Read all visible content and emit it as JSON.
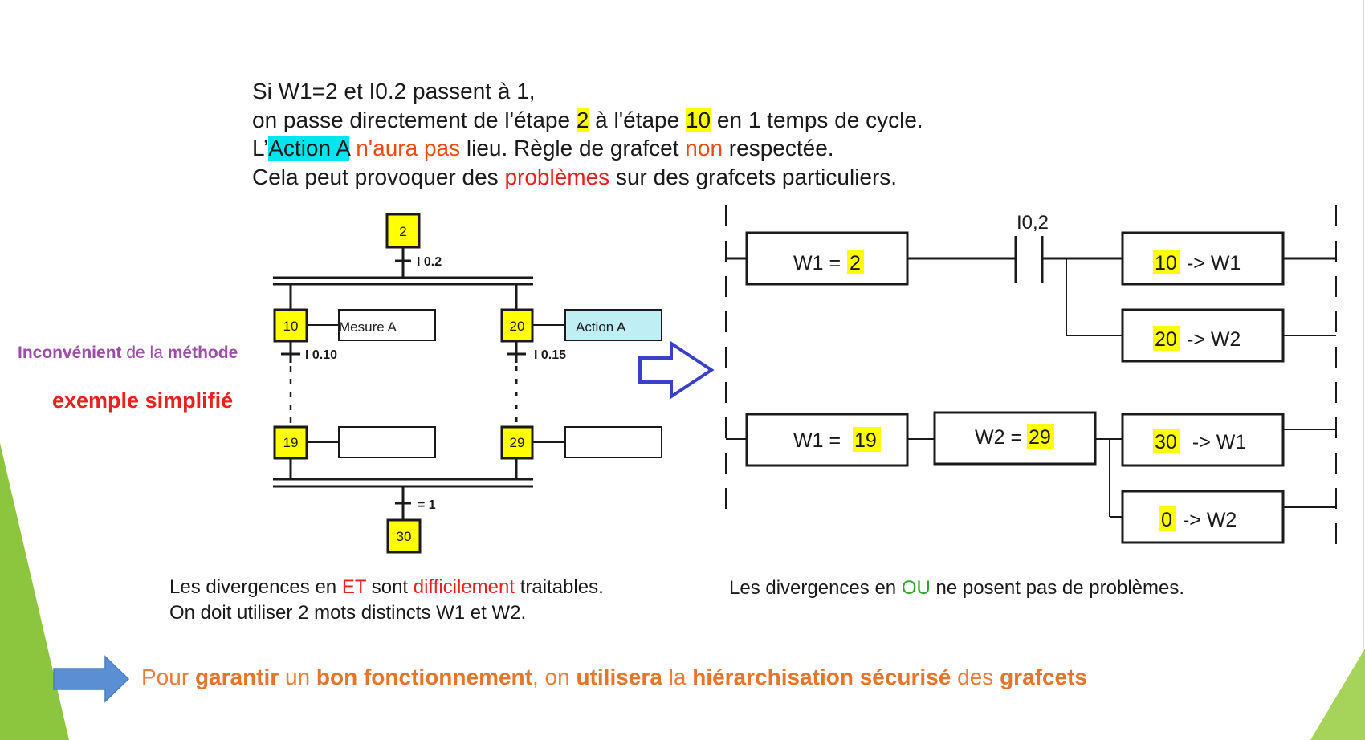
{
  "intro": {
    "line1": "Si W1=2 et I0.2 passent à 1,",
    "line2_a": "on passe directement de l'étape ",
    "line2_b": "2",
    "line2_c": " à l'étape ",
    "line2_d": "10",
    "line2_e": " en 1 temps de cycle.",
    "line3_a": "L’",
    "line3_b": "Action A",
    "line3_c": " n'aura",
    "line3_d": " pas",
    "line3_e": " lieu. Règle de grafcet",
    "line3_f": " non",
    "line3_g": " respectée.",
    "line4_a": "Cela peut provoquer des ",
    "line4_b": "problèmes",
    "line4_c": " sur des grafcets particuliers."
  },
  "side": {
    "word1": "Inconvénient",
    "word2": " de la ",
    "word3": "méthode",
    "example": "exemple simplifié"
  },
  "grafcet": {
    "step_top": "2",
    "trans_top": "I 0.2",
    "step_10": "10",
    "action_10": "Mesure A",
    "trans_10": "I 0.10",
    "step_20": "20",
    "action_20": "Action A",
    "trans_20": "I 0.15",
    "step_19": "19",
    "step_29": "29",
    "trans_bottom": "= 1",
    "step_bottom": "30"
  },
  "ladder": {
    "contact_label": "I0,2",
    "rung1_cmp_prefix": "W1 = ",
    "rung1_cmp_value": "2",
    "rung1_out1_value": "10",
    "rung1_out1_suffix": " -> W1",
    "rung1_out2_value": "20",
    "rung1_out2_suffix": " -> W2",
    "rung2_cmp1_prefix": "W1 = ",
    "rung2_cmp1_value": "19",
    "rung2_cmp2_prefix": "W2 = ",
    "rung2_cmp2_value": "29",
    "rung2_out1_value": "30",
    "rung2_out1_suffix": "  -> W1",
    "rung2_out2_value": "0",
    "rung2_out2_suffix": " -> W2"
  },
  "captions": {
    "left1_a": "Les divergences en ",
    "left1_b": "ET",
    "left1_c": " sont ",
    "left1_d": "difficilement",
    "left1_e": " traitables.",
    "left2": "On doit utiliser 2 mots distincts W1 et W2.",
    "right_a": "Les divergences en ",
    "right_b": "OU",
    "right_c": " ne posent pas de problèmes."
  },
  "bottom": {
    "p1": "Pour ",
    "p2": "garantir",
    "p3": " un ",
    "p4": "bon fonctionnement",
    "p5": ", on ",
    "p6": "utilisera",
    "p7": " la ",
    "p8": "hiérarchisation sécurisé",
    "p9": " des ",
    "p10": "grafcets"
  },
  "colors": {
    "highlight_yellow": "#ffff00",
    "highlight_cyan": "#00e5ee",
    "red": "#e8211c",
    "green": "#2aa52a",
    "purple": "#9b4da8",
    "orange": "#f07c34",
    "arrow_blue": "#5b8fd4",
    "outline_arrow": "#3a3fc7",
    "slide_green": "#8cc63f"
  }
}
